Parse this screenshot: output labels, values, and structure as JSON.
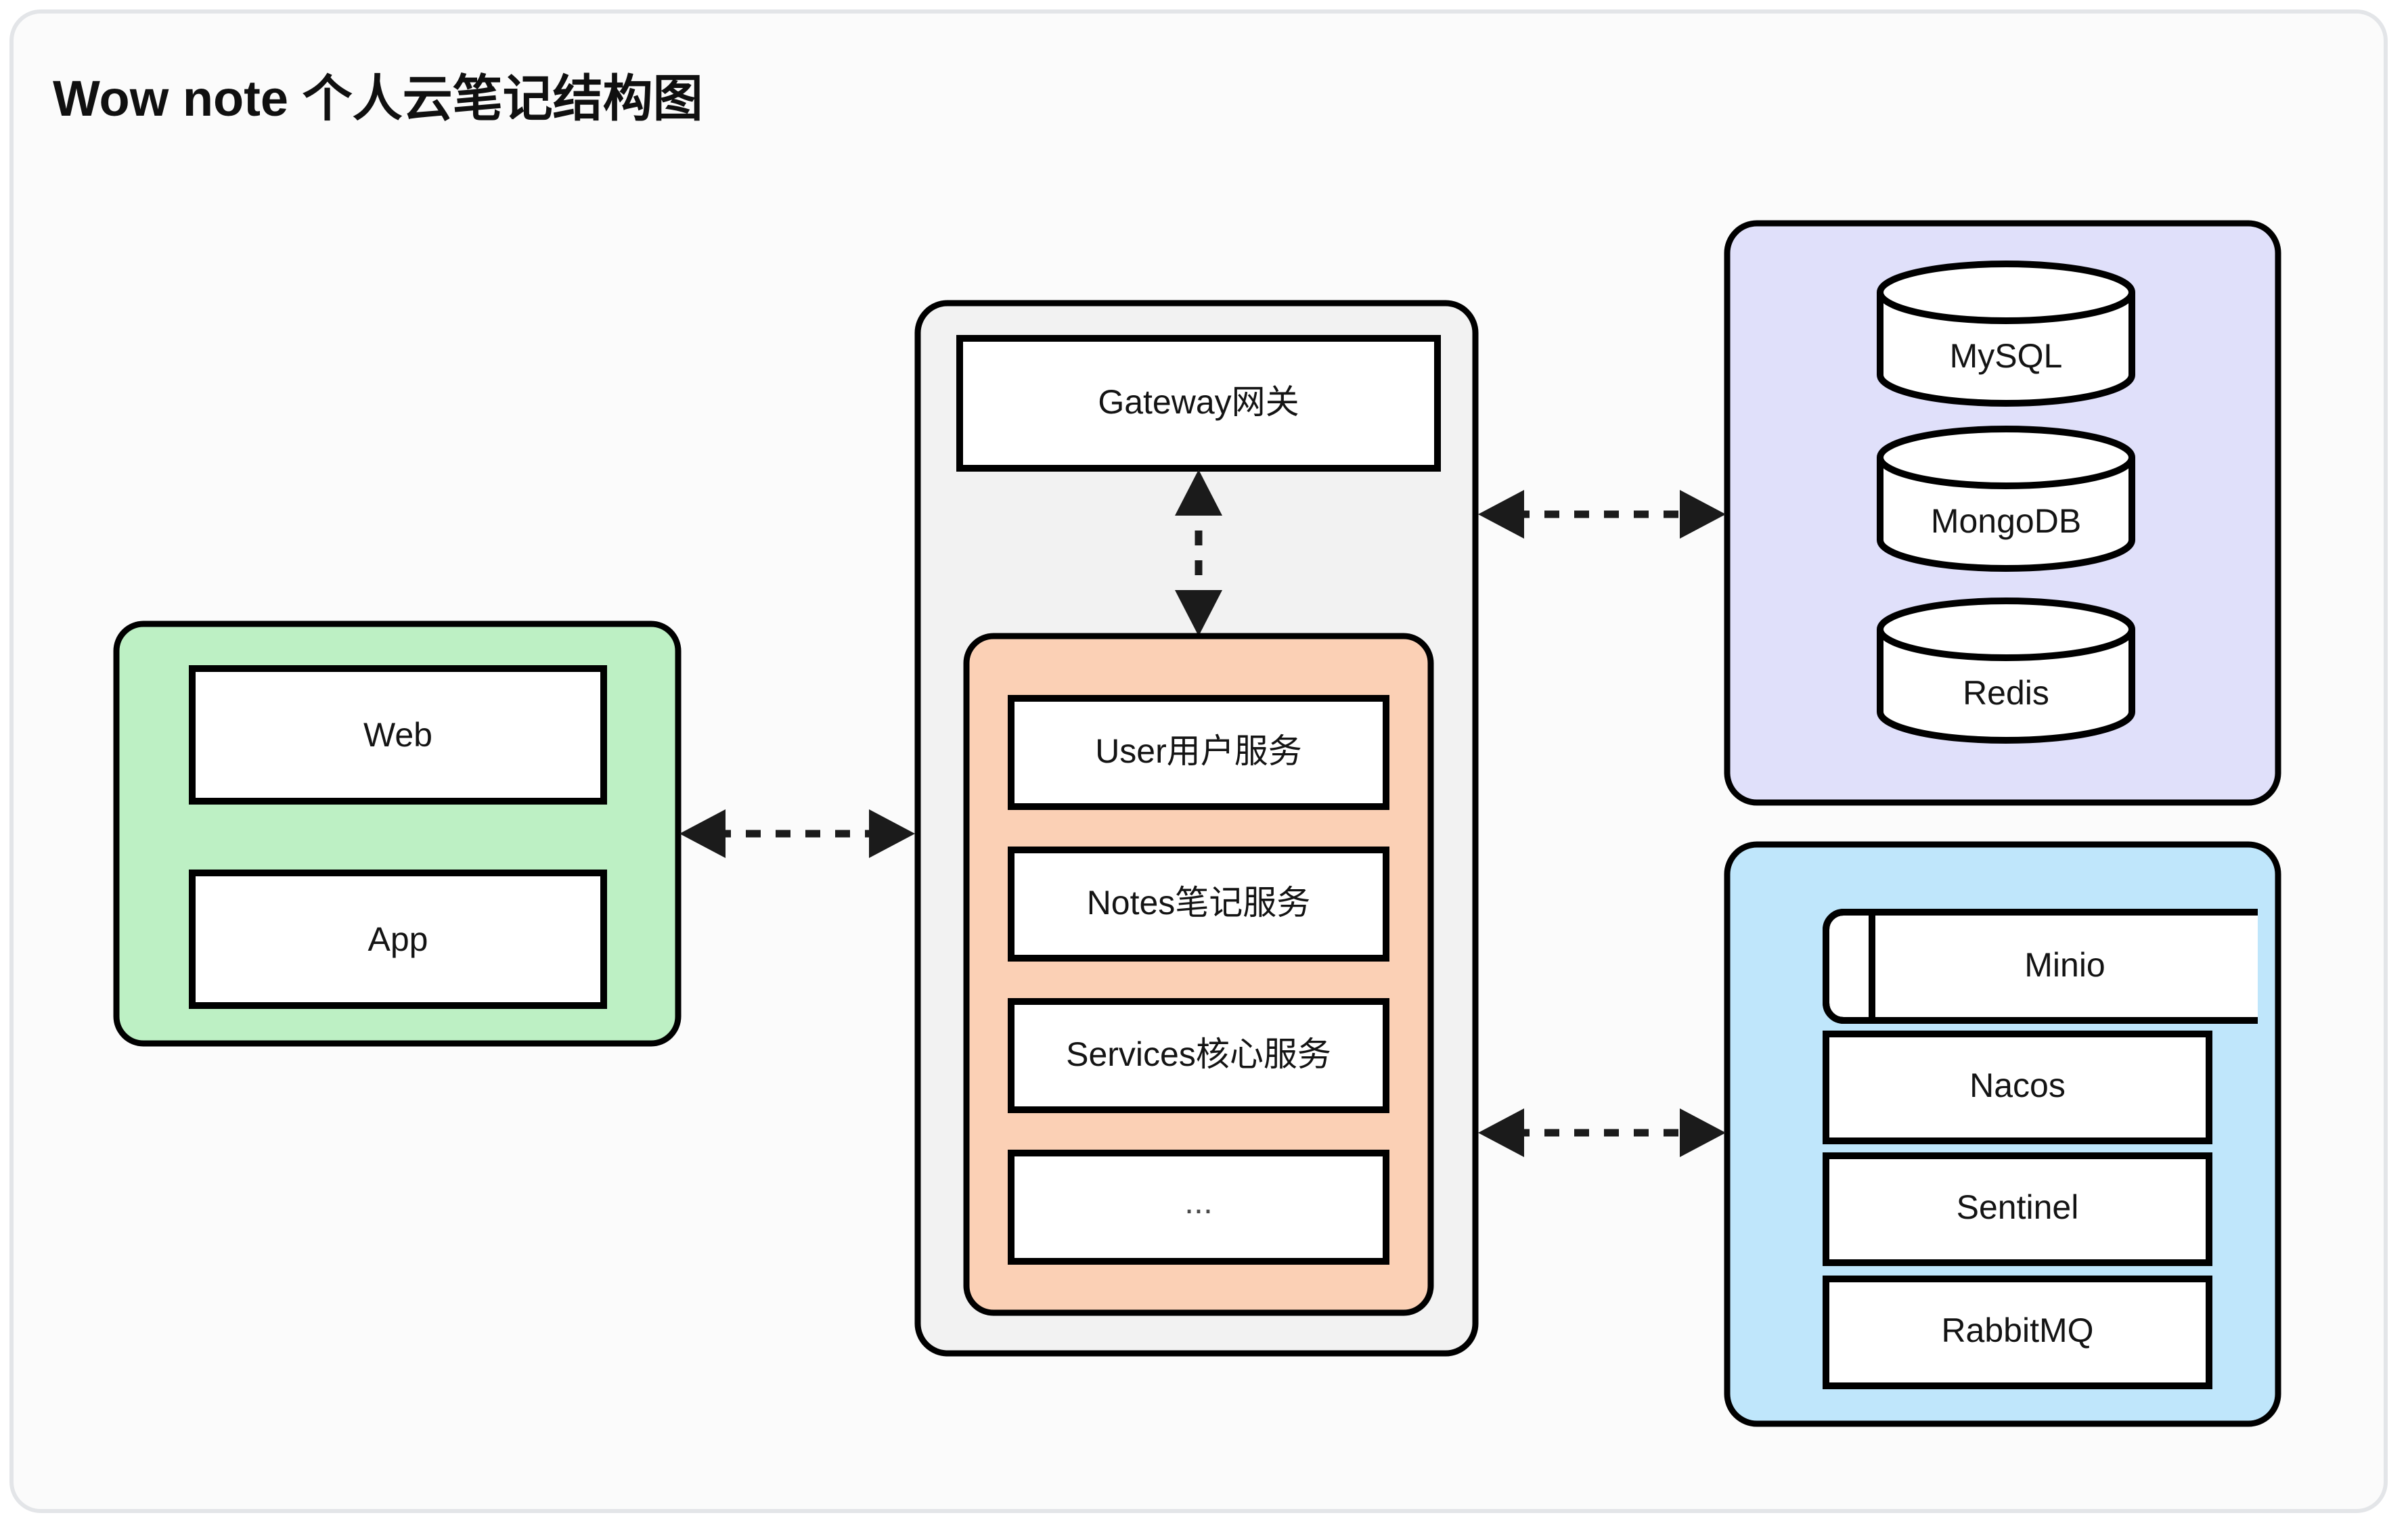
{
  "page": {
    "title": "Wow note 个人云笔记结构图",
    "background": "#fbfbfb",
    "border_color": "#e3e5e8"
  },
  "colors": {
    "client_group": "#bdf0c4",
    "backend_group": "#f2f2f2",
    "service_group": "#fbd0b5",
    "datastore_group": "#e0e0fa",
    "middleware_group": "#bfe6fb",
    "node_fill": "#ffffff",
    "stroke": "#000000",
    "edge": "#1b1b1b"
  },
  "groups": {
    "client": {
      "name": "client-group",
      "nodes": [
        {
          "id": "web",
          "label": "Web",
          "shape": "rect"
        },
        {
          "id": "app",
          "label": "App",
          "shape": "rect"
        }
      ]
    },
    "backend": {
      "name": "backend-group",
      "gateway": {
        "id": "gateway",
        "label": "Gateway网关",
        "shape": "rect"
      },
      "services": {
        "name": "service-group",
        "nodes": [
          {
            "id": "user",
            "label": "User用户服务",
            "shape": "rect"
          },
          {
            "id": "notes",
            "label": "Notes笔记服务",
            "shape": "rect"
          },
          {
            "id": "services",
            "label": "Services核心服务",
            "shape": "rect"
          },
          {
            "id": "more",
            "label": "...",
            "shape": "rect"
          }
        ]
      }
    },
    "datastore": {
      "name": "datastore-group",
      "nodes": [
        {
          "id": "mysql",
          "label": "MySQL",
          "shape": "cylinder"
        },
        {
          "id": "mongodb",
          "label": "MongoDB",
          "shape": "cylinder"
        },
        {
          "id": "redis",
          "label": "Redis",
          "shape": "cylinder"
        }
      ]
    },
    "middleware": {
      "name": "middleware-group",
      "nodes": [
        {
          "id": "minio",
          "label": "Minio",
          "shape": "subroutine"
        },
        {
          "id": "nacos",
          "label": "Nacos",
          "shape": "rect"
        },
        {
          "id": "sentinel",
          "label": "Sentinel",
          "shape": "rect"
        },
        {
          "id": "rabbitmq",
          "label": "RabbitMQ",
          "shape": "rect"
        }
      ]
    }
  },
  "edges": [
    {
      "id": "client-backend",
      "from": "client-group",
      "to": "backend-group",
      "style": "dashed",
      "direction": "both"
    },
    {
      "id": "gateway-services",
      "from": "gateway",
      "to": "service-group",
      "style": "dashed",
      "direction": "both"
    },
    {
      "id": "backend-datastore",
      "from": "backend-group",
      "to": "datastore-group",
      "style": "dashed",
      "direction": "both"
    },
    {
      "id": "backend-middleware",
      "from": "backend-group",
      "to": "middleware-group",
      "style": "dashed",
      "direction": "both"
    }
  ]
}
